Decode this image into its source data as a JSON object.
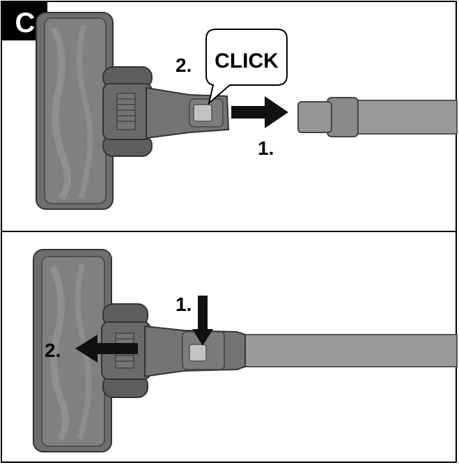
{
  "figure": {
    "section_label": "C"
  },
  "top_panel": {
    "click_label": "CLICK",
    "click_step": "2.",
    "push_step": "1."
  },
  "bottom_panel": {
    "press_step": "1.",
    "pull_step": "2."
  },
  "colors": {
    "head_body": "#777777",
    "head_dark": "#5a5a5a",
    "head_light": "#8c8c8c",
    "tube": "#9a9a9a",
    "tube_dark": "#7a7a7a",
    "button": "#c2c2c2",
    "arrow": "#111111",
    "border": "#000000",
    "badge_bg": "#000000",
    "badge_text": "#ffffff"
  }
}
